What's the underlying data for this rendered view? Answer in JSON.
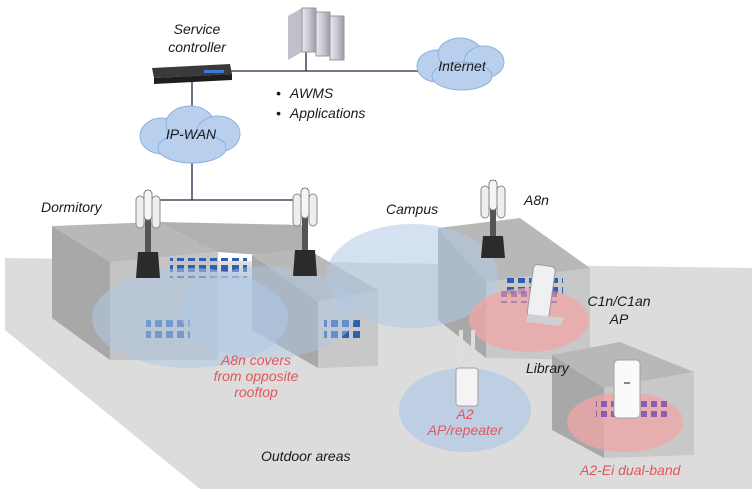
{
  "labels": {
    "service_controller": "Service\ncontroller",
    "internet": "Internet",
    "ip_wan": "IP-WAN",
    "awms_list": [
      "AWMS",
      "Applications"
    ],
    "dormitory": "Dormitory",
    "campus": "Campus",
    "a8n": "A8n",
    "c1n_ap": "C1n/C1an\nAP",
    "library": "Library",
    "a8n_covers": "A8n covers\nfrom opposite\nrooftop",
    "a2": "A2\nAP/repeater",
    "outdoor": "Outdoor areas",
    "a2ei": "A2-Ei dual-band"
  },
  "colors": {
    "ground": "#dcdcdc",
    "building_top": "#b4b4b4",
    "building_side": "#bfbfbf",
    "window": "#2e5fb0",
    "coverage_blue": "#aec8e6",
    "coverage_red": "#f1a5a8",
    "cloud": "#b8d0ee",
    "accent_red_text": "#e0565c"
  },
  "icons": [
    "server-tower-icon",
    "rack-controller-icon",
    "antenna-icon",
    "indoor-ap-icon",
    "outdoor-ap-icon"
  ]
}
